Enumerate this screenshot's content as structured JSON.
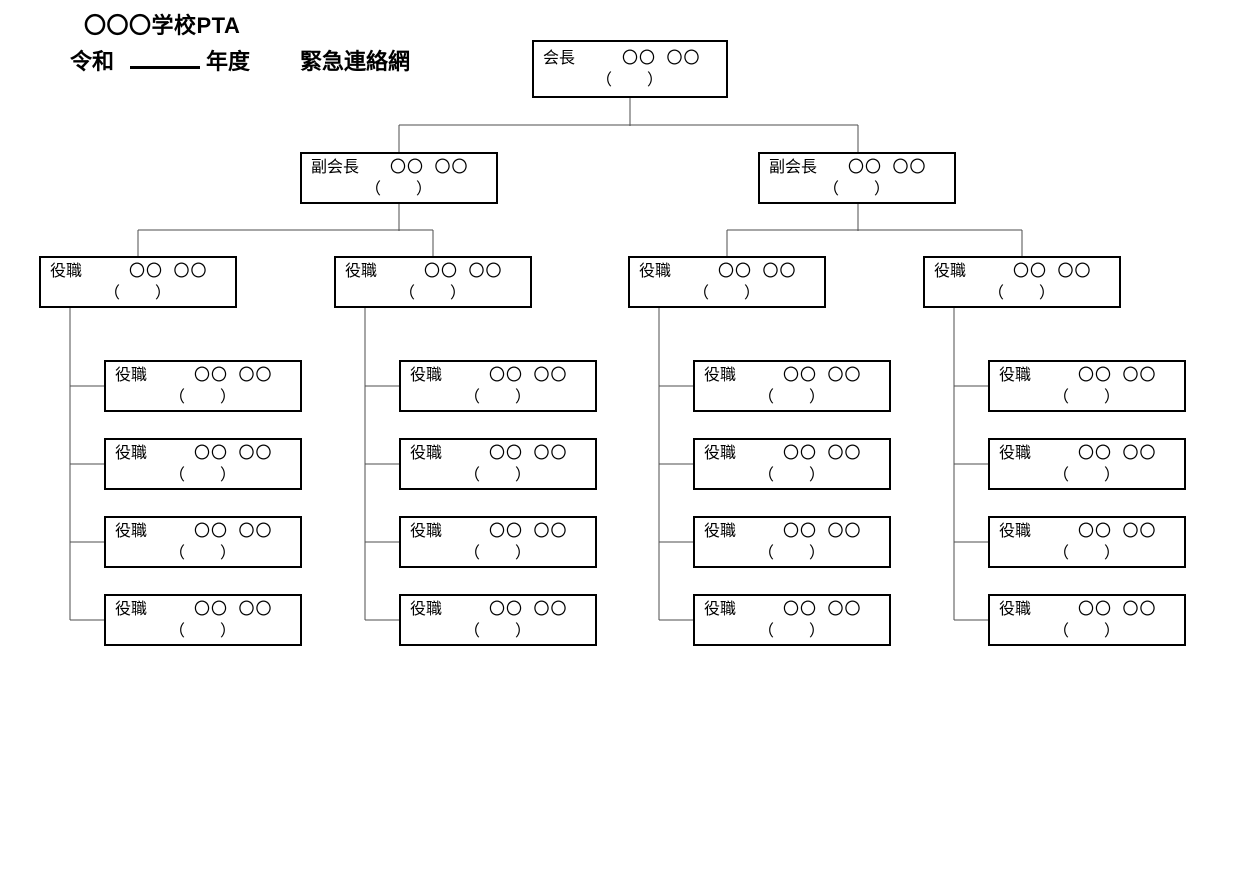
{
  "header": {
    "school": "〇〇〇学校PTA",
    "era": "令和",
    "year_suffix": "年度",
    "doc_title": "緊急連絡網"
  },
  "org": {
    "chairman": {
      "label": "会長",
      "name": "〇〇 〇〇",
      "phone": "（　　）"
    },
    "vice_chairman": {
      "label": "副会長",
      "name": "〇〇 〇〇",
      "phone": "（　　）"
    },
    "officer": {
      "label": "役職",
      "name": "〇〇 〇〇",
      "phone": "（　　）"
    },
    "counts": {
      "vice_chairmen": 2,
      "officers": 4,
      "members_per_officer": 4
    }
  },
  "colors": {
    "background": "#ffffff",
    "box_border": "#000000",
    "connector": "#4d4d4d",
    "text": "#000000"
  }
}
